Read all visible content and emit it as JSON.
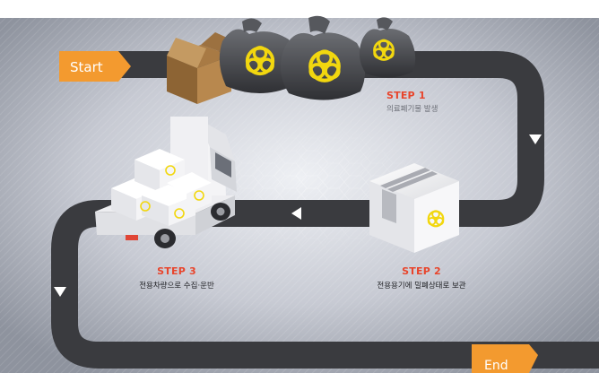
{
  "start_label": "Start",
  "end_label": "End",
  "steps": [
    {
      "title": "STEP 1",
      "desc": "의료폐기물 발생"
    },
    {
      "title": "STEP 2",
      "desc": "전용용기에 밀폐상태로 보관"
    },
    {
      "title": "STEP 3",
      "desc": "전용차량으로 수집·운반"
    }
  ],
  "colors": {
    "accent_orange": "#f39a2f",
    "step_red": "#e8452c",
    "road": "#3a3b3f",
    "biohazard_yellow": "#f2d70f"
  },
  "icons": [
    "biohazard-icon",
    "cardboard-box-icon",
    "waste-bag-icon",
    "sealed-box-icon",
    "truck-icon",
    "arrow-down-icon",
    "arrow-left-icon"
  ]
}
